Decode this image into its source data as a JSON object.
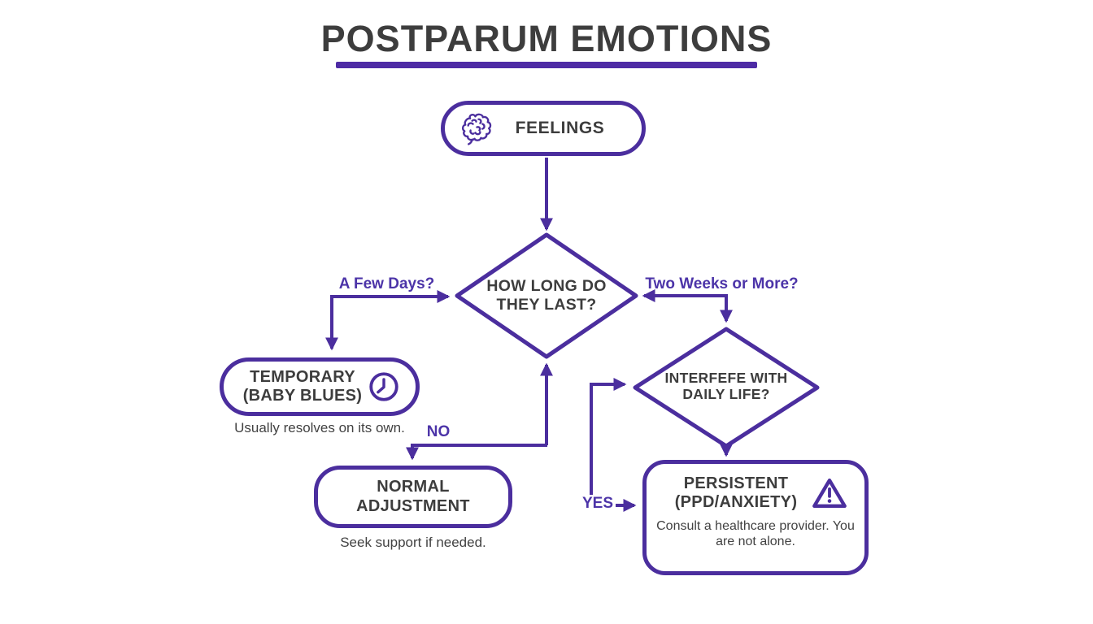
{
  "title": "POSTPARUM EMOTIONS",
  "colors": {
    "purple": "#4B2E9E",
    "label_purple": "#4C34A8",
    "underline_purple": "#4E2CA5",
    "text_dark": "#3D3D3D",
    "caption_gray": "#424242"
  },
  "nodes": {
    "feelings": {
      "label": "FEELINGS",
      "icon": "brain-icon"
    },
    "duration_question": {
      "label": "HOW LONG DO THEY LAST?"
    },
    "temporary": {
      "label": "TEMPORARY (BABY BLUES)",
      "icon": "clock-icon",
      "caption": "Usually resolves on its own."
    },
    "interfere_question": {
      "label": "INTERFEFE WITH DAILY LIFE?"
    },
    "normal": {
      "label": "NORMAL ADJUSTMENT",
      "caption": "Seek support if needed."
    },
    "persistent": {
      "label": "PERSISTENT (PPD/ANXIETY)",
      "icon": "warning-icon",
      "caption": "Consult a healthcare provider. You are not alone."
    }
  },
  "edges": {
    "few_days": "A Few Days?",
    "two_weeks": "Two Weeks or More?",
    "no": "NO",
    "yes": "YES"
  }
}
